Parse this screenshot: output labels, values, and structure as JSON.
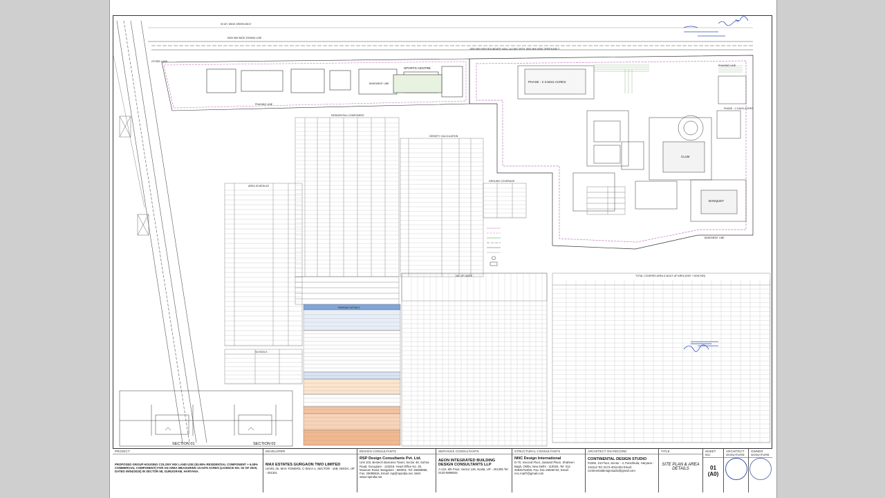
{
  "plan_labels": {
    "zoning_line_top": "6000 MM WIDE ZONING LINE",
    "green_belt_top": "93 MT. WIDE GREEN BELT",
    "boundary_wall": "1800 MM HIGH BOUNDARY WALL ALONG WITH 1800 MM WIDE GREEN BELT",
    "basement_line": "BASEMENT LINE",
    "phasing_line": "PHASING LINE",
    "sports_centre": "SPORTS CENTRE",
    "phase_2": "PHASE - 2 3.8431 ACRES",
    "phase_1": "PHASE - 1 3.8431 ACRES",
    "club": "CLUB",
    "banquet": "BANQUET",
    "other_land": "OTHER LAND",
    "section_1": "SECTION 01",
    "section_2": "SECTION 02",
    "area_schedule": "AREA SCHEDULE",
    "residential_component": "RESIDENTIAL COMPONENT",
    "density_calc": "DENSITY CALCULATION",
    "ground_coverage": "GROUND COVERAGE",
    "parking_details": "PARKING DETAILS",
    "schools": "SCHOOLS",
    "no_of_units": "NO. OF UNITS",
    "total_covered_area": "TOTAL COVERED AREA & BUILT-UP AREA (FAR + NON FAR)"
  },
  "titleblock": {
    "project_head": "PROJECT",
    "project_text": "PROPOSED GROUP HOUSING COLONY MIX LAND USE (93.95% RESIDENTIAL COMPONENT + 6.05% COMMERCIAL COMPONENT) FOR AN AREA MEASURING 10.0375 ACRES (LICENCE NO. 02 OF 2020, DATED 09/04/2020) IN SECTOR 58, GURUGRAM, HARYANA.",
    "developer_head": "DEVELOPER",
    "developer_name": "MAX ESTATES GURGAON TWO LIMITED",
    "developer_addr": "LEVEL 20, MAX TOWERS, C-001/A-1, SECTOR - 16B, NOIDA, UP - 201301",
    "design_head": "DESIGN CONSULTANTS",
    "design_name": "RSP Design Consultants Pvt. Ltd.",
    "design_addr": "Unit 103, Bestech Business Tower, Sector 48, Sohna Road, Gurugram - 122018. Head Office No. 30, Museum Road, Bangalore - 560001. Tel: 25098858, Fax: 25098816, Email: rsp@rspindia.net, Web: www.rspindia.net",
    "services_head": "SERVICES CONSULTANTS",
    "services_name": "AEON INTEGRATED BUILDING DESIGN CONSULTANTS LLP",
    "services_addr": "A-122, 6th Floor, Sector 136, Noida, UP - 201305 Tel: 0120-6899526",
    "structural_head": "STRUCTURAL CONSULTANTS",
    "structural_name": "NNC Design International",
    "structural_addr": "D-70, Second Floor, Jaswant Place, Shaheen Bagh, Okhla, New Delhi - 110025. Tel: 011-26946754/55, Fax: 011-26946734, Email: nnc.mail7@gmail.com",
    "architect_head": "ARCHITECT ON RECORD",
    "architect_name": "CONTINENTAL DESIGN STUDIO",
    "architect_addr": "#1006, 1st Floor, Sector - 4, Panchkula, Haryana - 134112 Tel: 0172-4014404 Email: continentaldesignstudio@gmail.com",
    "title_head": "TITLE",
    "title_text": "SITE PLAN & AREA DETAILS",
    "sheet_head": "SHEET NO.",
    "sheet_no": "01 (A0)",
    "arch_sig_head": "ARCHITECT SIGNATURE",
    "owner_sig_head": "OWNER SIGNATURE"
  }
}
